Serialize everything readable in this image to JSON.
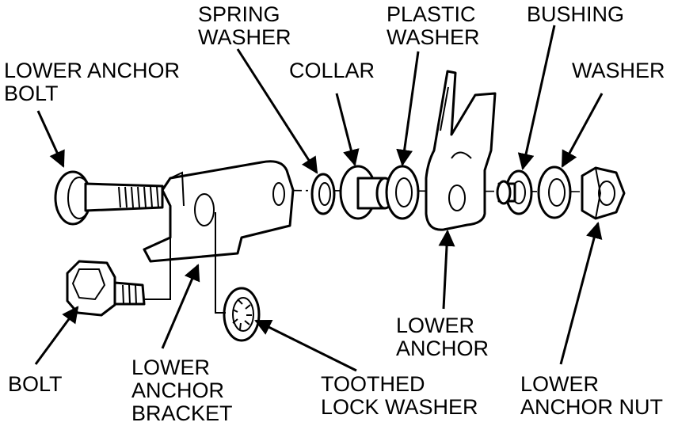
{
  "labels": {
    "spring_washer": [
      "SPRING",
      "WASHER"
    ],
    "plastic_washer": [
      "PLASTIC",
      "WASHER"
    ],
    "bushing": "BUSHING",
    "lower_anchor_bolt": [
      "LOWER ANCHOR",
      "BOLT"
    ],
    "collar": "COLLAR",
    "washer": "WASHER",
    "lower_anchor": [
      "LOWER",
      "ANCHOR"
    ],
    "bolt": "BOLT",
    "lower_anchor_bracket": [
      "LOWER",
      "ANCHOR",
      "BRACKET"
    ],
    "toothed_lock_washer": [
      "TOOTHED",
      "LOCK WASHER"
    ],
    "lower_anchor_nut": [
      "LOWER",
      "ANCHOR NUT"
    ]
  },
  "colors": {
    "ink": "#000000",
    "paper": "#ffffff"
  }
}
